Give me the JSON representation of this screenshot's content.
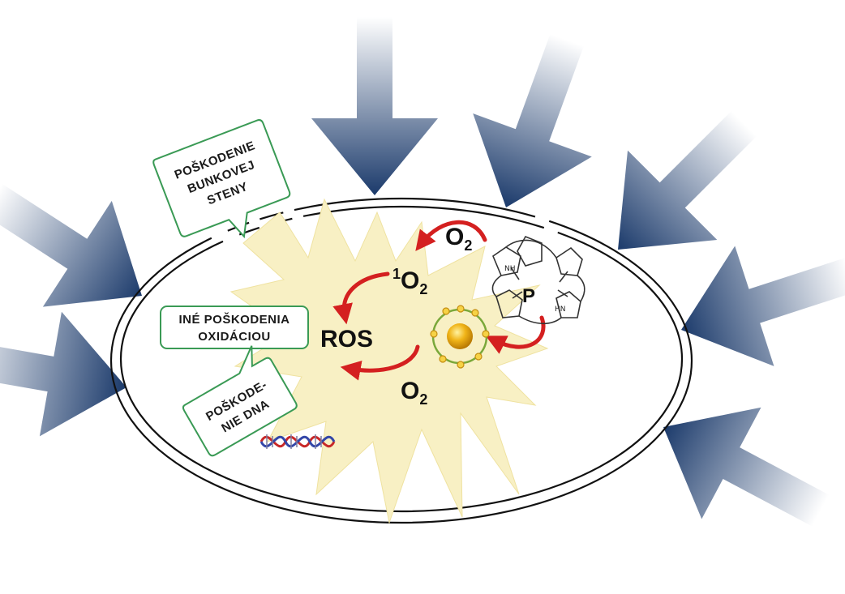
{
  "labels": {
    "o2_top": "O",
    "o2_top_sub": "2",
    "singlet_sup": "1",
    "singlet_o": "O",
    "singlet_sub": "2",
    "ros": "ROS",
    "o2_bottom": "O",
    "o2_bottom_sub": "2",
    "porphyrin": "P",
    "nh_left": "NH",
    "nh_right": "HN"
  },
  "callouts": {
    "cell_wall": [
      "POŠKODENIE",
      "BUNKOVEJ",
      "STENY"
    ],
    "oxidation": [
      "INÉ POŠKODENIA",
      "OXIDÁCIOU"
    ],
    "dna": [
      "POŠKODE-",
      "NIE DNA"
    ]
  },
  "colors": {
    "arrow_dark": "#1b3a6b",
    "burst_fill": "#f8f0c4",
    "cycle_red": "#d42020",
    "bubble_border": "#3a9a55",
    "cell_outline": "#111111",
    "molecule_gold": "#e2a712",
    "orbit_green": "#7aa83a"
  },
  "icons": {
    "light_arrows": "light-arrow-icon",
    "dna": "dna-helix-icon",
    "porphyrin": "porphyrin-icon",
    "photosensitizer": "photosensitizer-molecule-icon"
  }
}
